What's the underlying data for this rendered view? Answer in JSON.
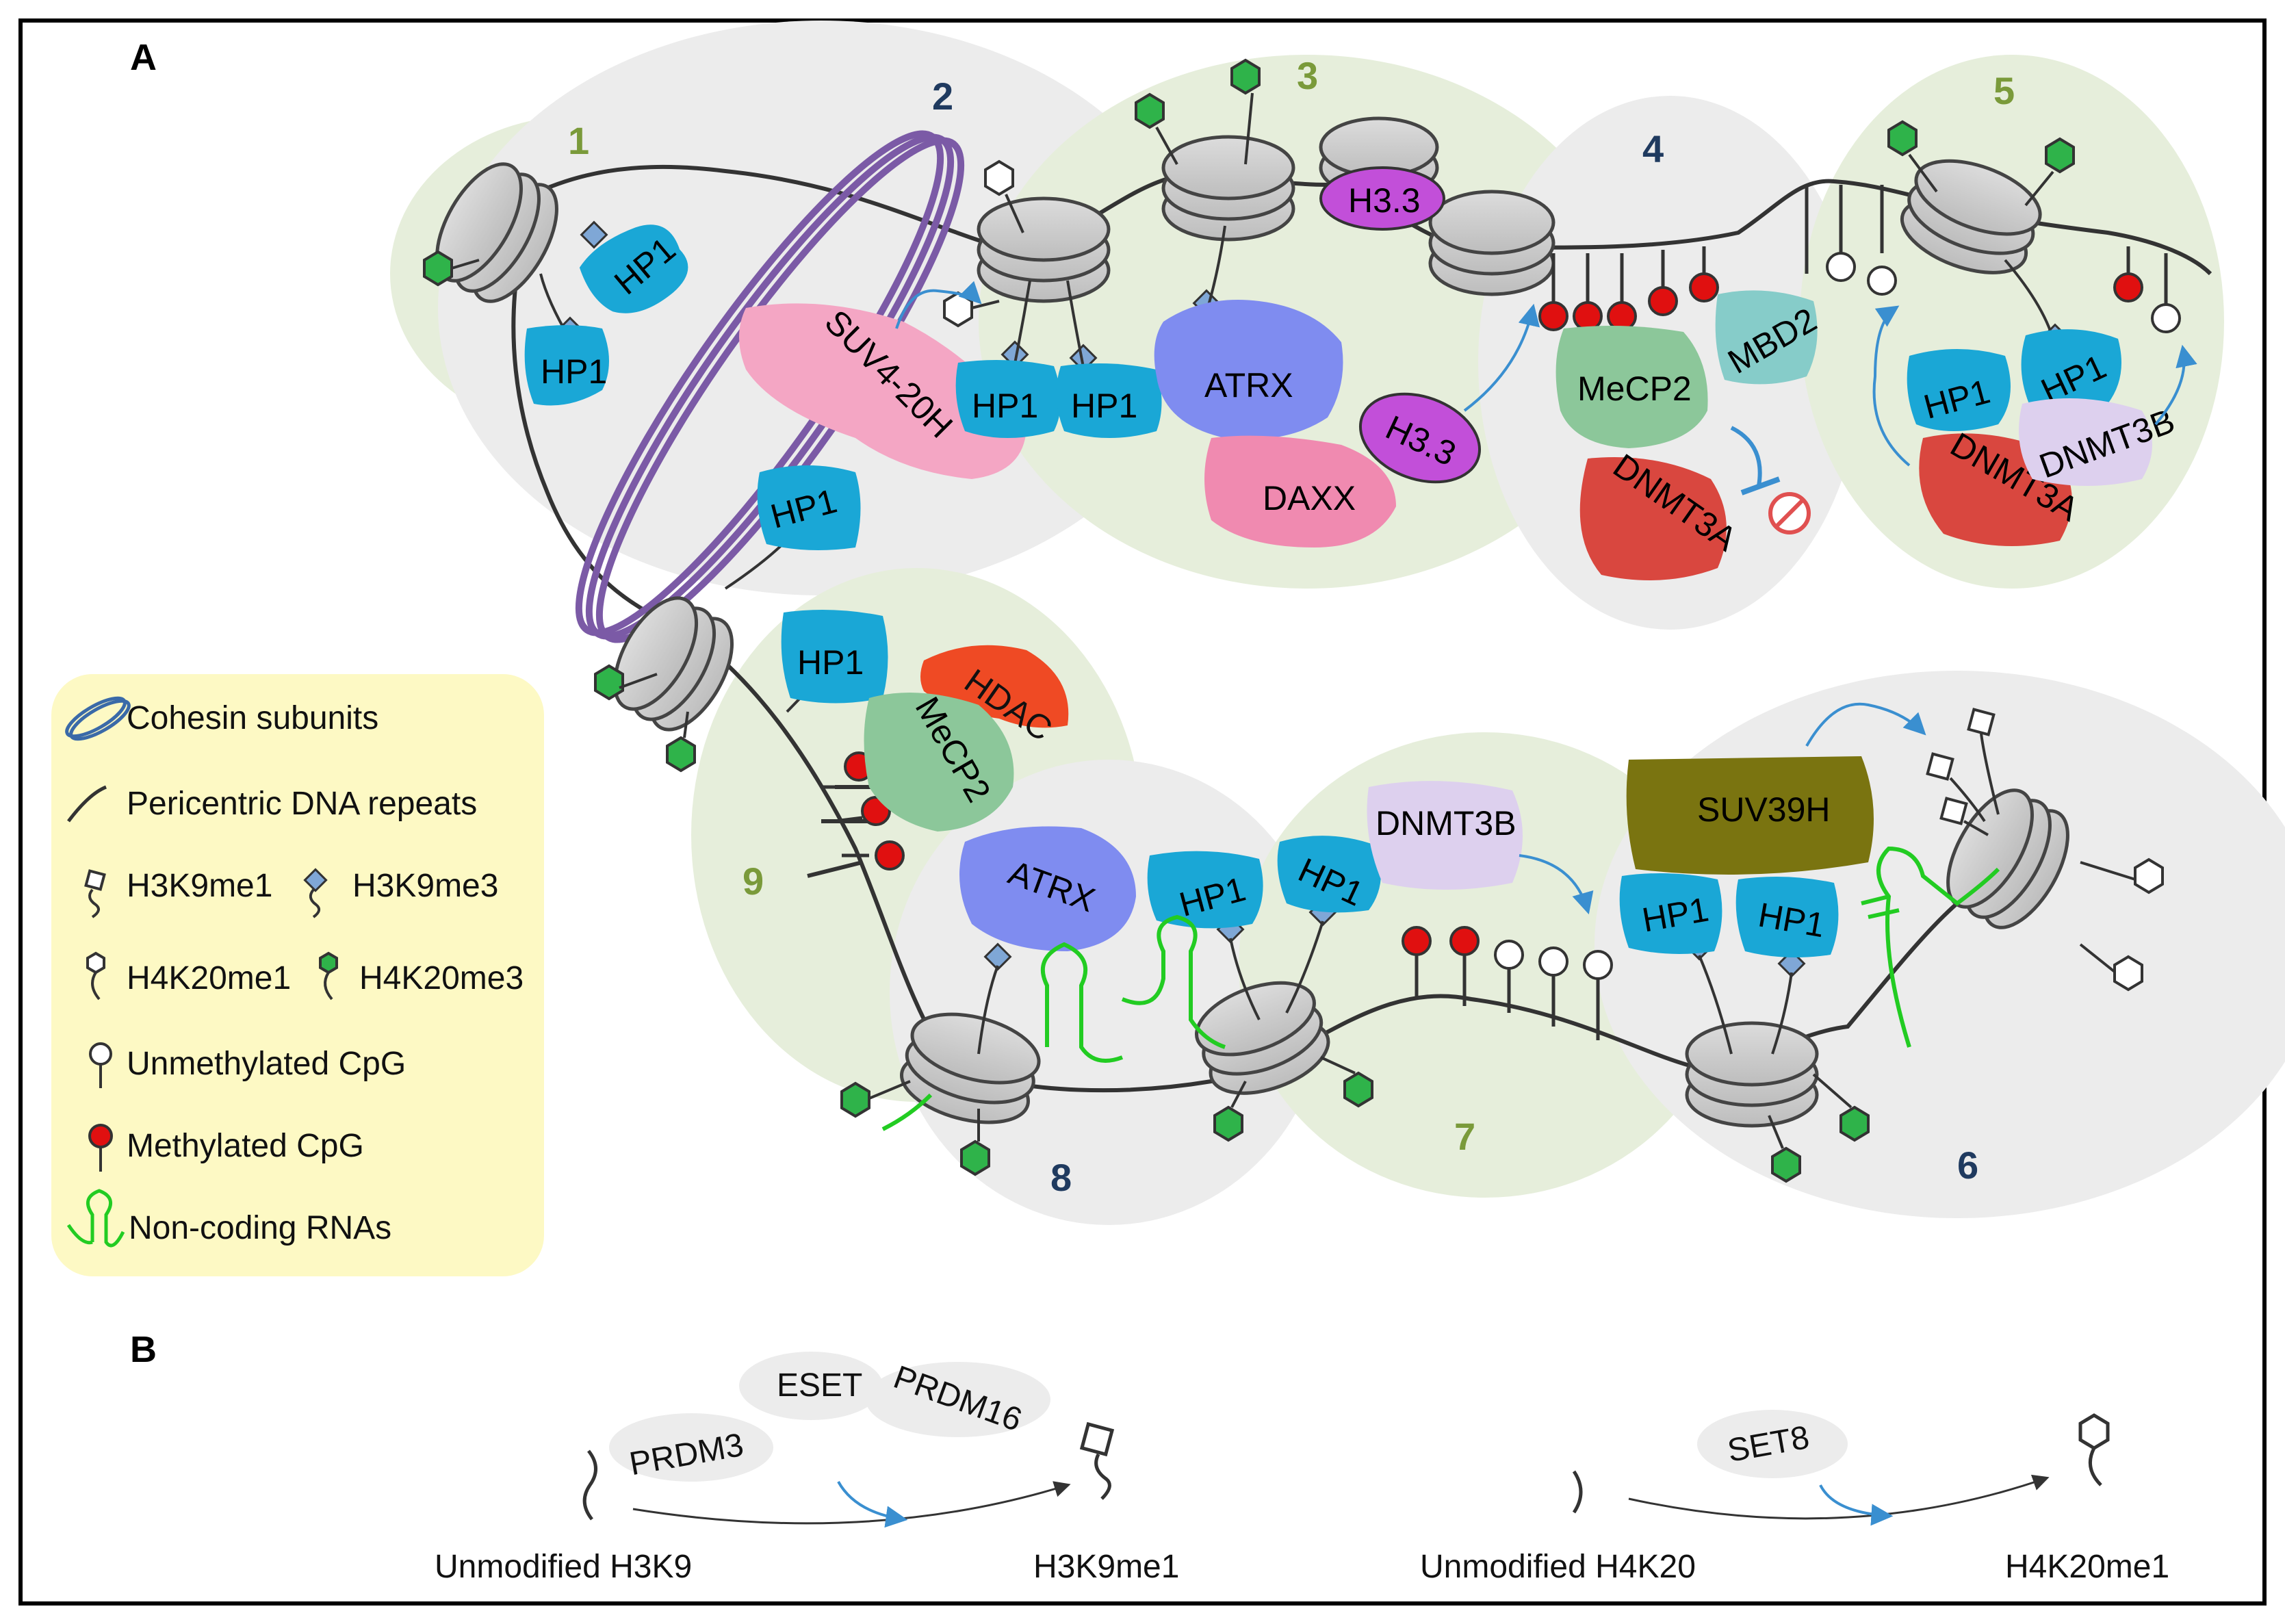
{
  "panels": {
    "a": "A",
    "b": "B"
  },
  "region_numbers": [
    "1",
    "2",
    "3",
    "4",
    "5",
    "6",
    "7",
    "8",
    "9"
  ],
  "proteins": {
    "hp1": "HP1",
    "suv420h": "SUV4-20H",
    "atrx": "ATRX",
    "daxx": "DAXX",
    "h33": "H3.3",
    "mecp2": "MeCP2",
    "mbd2": "MBD2",
    "dnmt3a": "DNMT3A",
    "dnmt3b": "DNMT3B",
    "hdac": "HDAC",
    "suv39h": "SUV39H"
  },
  "legend": {
    "cohesin": "Cohesin subunits",
    "pericentric": "Pericentric DNA repeats",
    "h3k9me1": "H3K9me1",
    "h3k9me3": "H3K9me3",
    "h4k20me1": "H4K20me1",
    "h4k20me3": "H4K20me3",
    "unmethylated": "Unmethylated CpG",
    "methylated": "Methylated CpG",
    "ncrna": "Non-coding RNAs"
  },
  "panel_b": {
    "prdm3": "PRDM3",
    "eset": "ESET",
    "prdm16": "PRDM16",
    "set8": "SET8",
    "unmod_h3k9": "Unmodified H3K9",
    "h3k9me1": "H3K9me1",
    "unmod_h4k20": "Unmodified H4K20",
    "h4k20me1": "H4K20me1"
  },
  "colors": {
    "green_region": "#e6eedb",
    "gray_region": "#ececec",
    "hp1": "#1aa7d6",
    "suv420h": "#f4a6c4",
    "atrx": "#7f8cf0",
    "daxx": "#f08ab0",
    "h33": "#c24fd9",
    "mecp2": "#8cc79a",
    "mbd2": "#86ccc9",
    "dnmt3a": "#d9473f",
    "dnmt3b": "#ddd0ee",
    "hdac": "#ef4a24",
    "suv39h": "#7a7410",
    "legend_box": "#fdf9c4",
    "ncrna": "#22cc22",
    "methyl": "#e01010",
    "arrow": "#3a8fd0"
  }
}
